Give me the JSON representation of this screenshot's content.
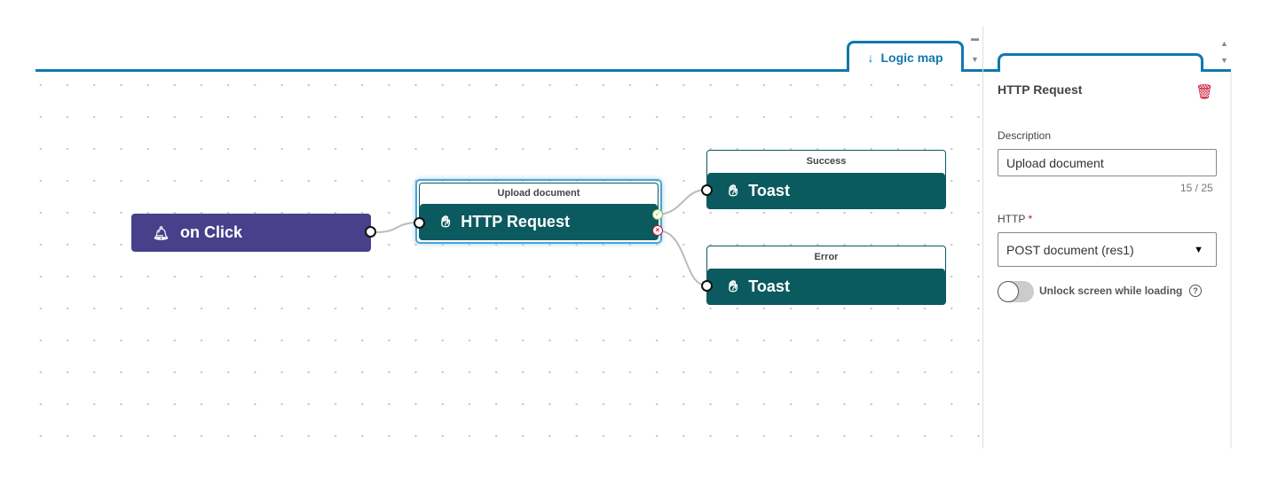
{
  "tabs": [
    {
      "label": "Logic map",
      "icon": "arrow-down-icon",
      "active": true
    },
    {
      "label": ""
    }
  ],
  "flow": {
    "trigger": {
      "label": "on Click",
      "icon": "bell-icon",
      "color": "#48408a"
    },
    "http": {
      "header": "Upload document",
      "label": "HTTP Request",
      "icon": "hand-icon"
    },
    "success": {
      "header": "Success",
      "label": "Toast",
      "icon": "hand-icon"
    },
    "error": {
      "header": "Error",
      "label": "Toast",
      "icon": "hand-icon"
    },
    "node_color": "#0b5a5f"
  },
  "panel": {
    "title": "HTTP Request",
    "description_label": "Description",
    "description_value": "Upload document",
    "char_count": "15 / 25",
    "http_label": "HTTP",
    "required_mark": "*",
    "http_value": "POST document (res1)",
    "toggle_label": "Unlock screen while loading",
    "toggle_on": false
  },
  "accent": "#1178ad"
}
